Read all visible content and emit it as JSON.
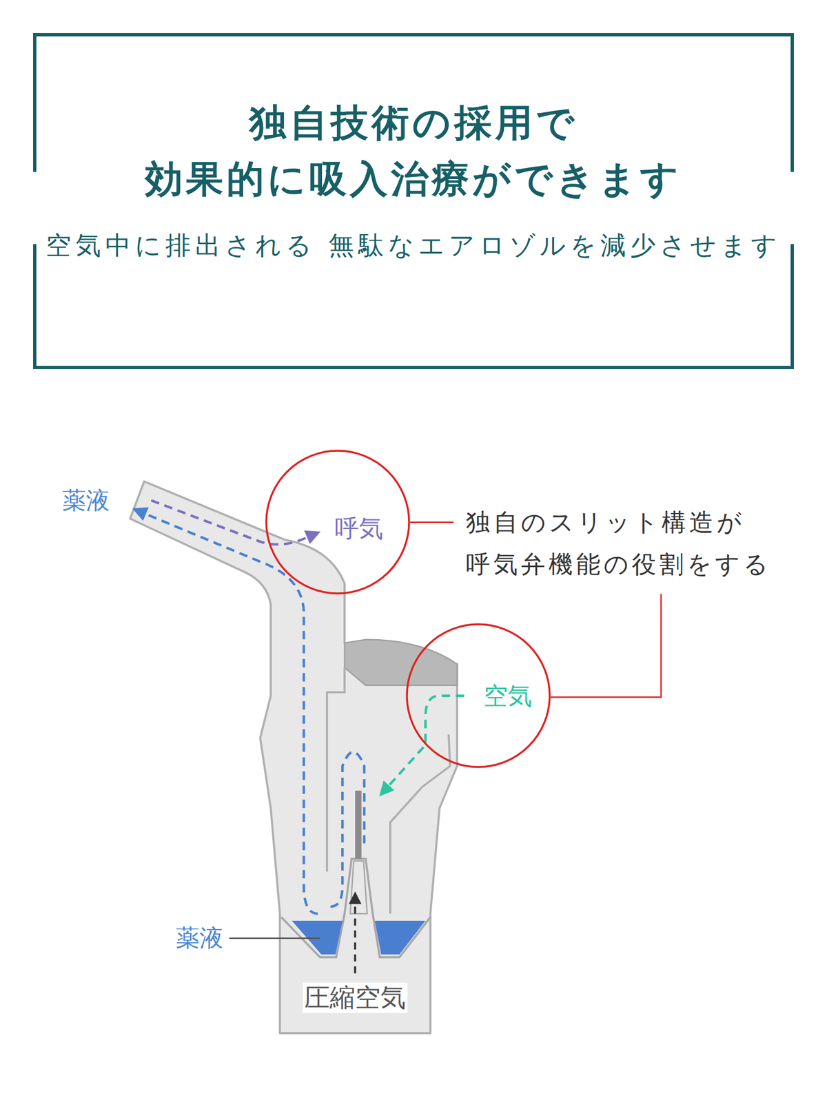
{
  "diagram": {
    "nodes": [
      {
        "text": [
          "独自技術の採用で 効果的に吸入治療ができます",
          "空気中に排出される 無駄なエアロゾルを減少させます"
        ]
      },
      {
        "text": [
          "呼気"
        ]
      },
      {
        "text": [
          "空気"
        ]
      }
    ],
    "labels": [
      "薬液",
      "独自のスリット構造が 呼気弁機能の役割をする",
      "薬液",
      "圧縮空気"
    ]
  }
}
